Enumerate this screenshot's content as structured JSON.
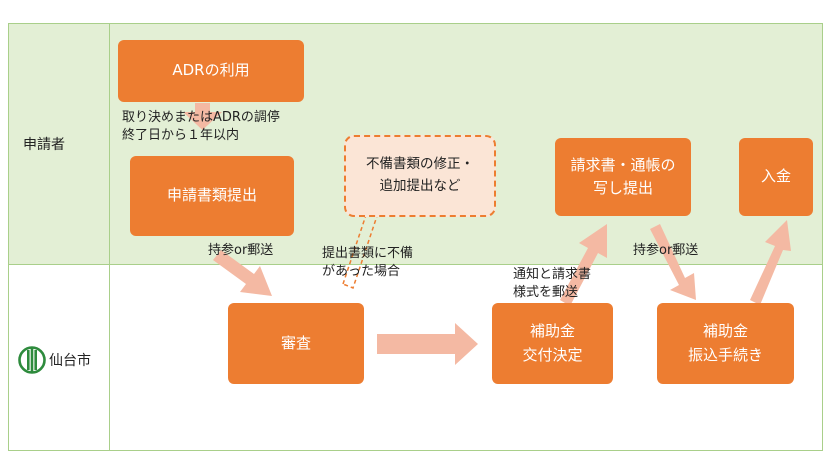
{
  "lanes": {
    "applicant": "申請者",
    "city": "仙台市"
  },
  "boxes": {
    "adr": "ADRの利用",
    "application": "申請書類提出",
    "correction": [
      "不備書類の修正・",
      "追加提出など"
    ],
    "invoice": [
      "請求書・通帳の",
      "写し提出"
    ],
    "payment": "入金",
    "review": "審査",
    "grant_decision": [
      "補助金",
      "交付決定"
    ],
    "transfer": [
      "補助金",
      "振込手続き"
    ]
  },
  "notes": {
    "deadline": [
      "取り決めまたはADRの調停",
      "終了日から１年以内"
    ],
    "submit_mail_1": "持参or郵送",
    "deficiency": [
      "提出書類に不備",
      "があった場合"
    ],
    "notify": [
      "通知と請求書",
      "様式を郵送"
    ],
    "submit_mail_2": "持参or郵送"
  },
  "colors": {
    "box_fill": "#ed7d31",
    "arrow_fill": "#f4b9a3",
    "lane_fill": "#e3efd5",
    "lane_border": "#a9cf8a",
    "logo_green": "#2e8b3d"
  },
  "icons": {
    "city_logo": "sendai-city-emblem-icon"
  }
}
